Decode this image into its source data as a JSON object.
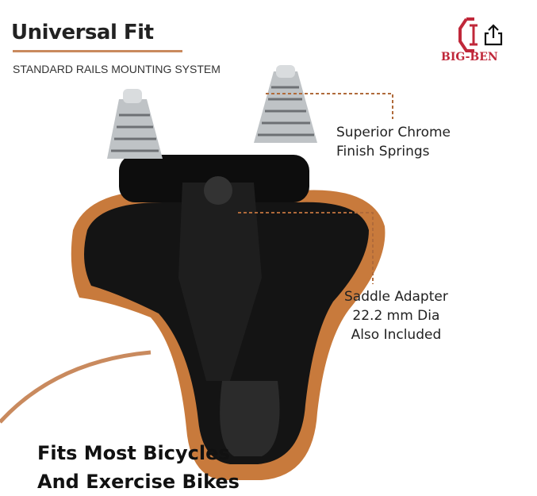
{
  "header": {
    "title": "Universal Fit",
    "subtitle": "STANDARD RAILS MOUNTING SYSTEM"
  },
  "brand": {
    "logo_text": "BIG-BEN",
    "color": "#c0283a"
  },
  "share_icon": "share-icon",
  "callouts": [
    {
      "lines": [
        "Superior Chrome",
        "Finish Springs"
      ]
    },
    {
      "lines": [
        "Saddle Adapter",
        "22.2 mm Dia",
        "Also Included"
      ]
    }
  ],
  "bottom_text": {
    "lines": [
      "Fits Most Bicycles",
      "And Exercise Bikes"
    ]
  },
  "colors": {
    "accent": "#c98a5e",
    "saddle_brown": "#c87a3c",
    "saddle_black": "#111111"
  }
}
